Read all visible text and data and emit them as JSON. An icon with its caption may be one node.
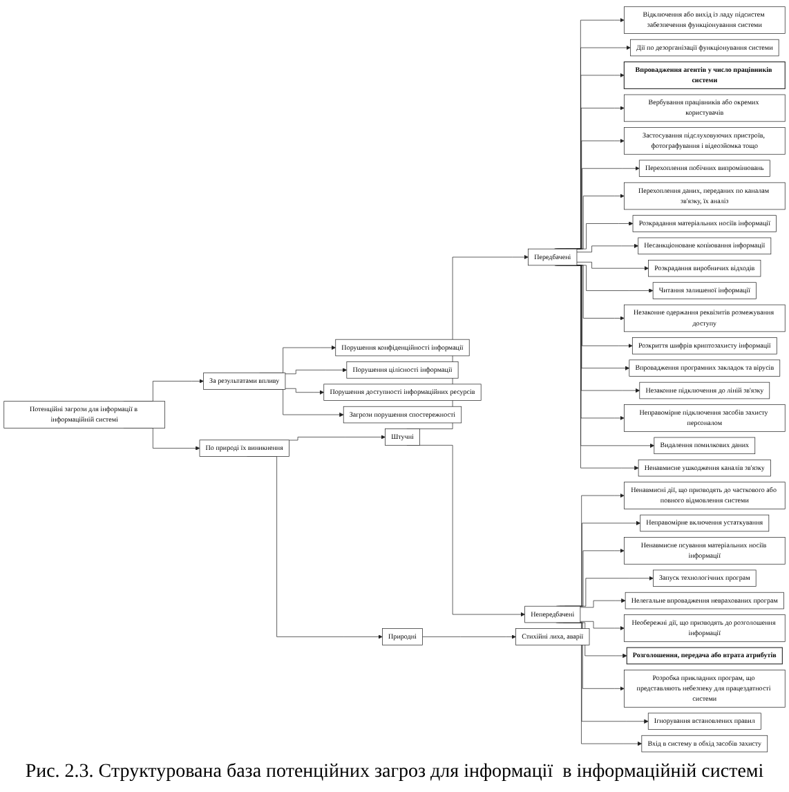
{
  "diagram": {
    "caption": "Рис. 2.3. Структурована база потенційних загроз для інформації  в інформаційній системі",
    "nodes": [
      {
        "text": [
          "Потенційні загрози для інформації в інформаційній системі"
        ]
      },
      {
        "text": [
          "За результатами впливу"
        ]
      },
      {
        "text": [
          "По природі їх виникнення"
        ]
      },
      {
        "text": [
          "Порушення конфіденційності інформації"
        ]
      },
      {
        "text": [
          "Порушення цілісності інформації"
        ]
      },
      {
        "text": [
          "Порушення доступності інформаційних ресурсів"
        ]
      },
      {
        "text": [
          "Загрози порушення спостережності"
        ]
      },
      {
        "text": [
          "Штучні"
        ]
      },
      {
        "text": [
          "Природні"
        ]
      },
      {
        "text": [
          "Передбачені"
        ]
      },
      {
        "text": [
          "Непередбачені"
        ]
      },
      {
        "text": [
          "Стихійні лиха, аварії"
        ]
      },
      {
        "text": [
          "Відключення або вихід із ладу підсистем забезпечення функціонування системи"
        ]
      },
      {
        "text": [
          "Дії по дезорганізації функціонування системи"
        ]
      },
      {
        "text": [
          "Впровадження агентів у число працівників системи"
        ]
      },
      {
        "text": [
          "Вербування працівників або окремих користувачів"
        ]
      },
      {
        "text": [
          "Застосування підслуховуючих пристроїв, фотографування і відеозйомка тощо"
        ]
      },
      {
        "text": [
          "Перехоплення побічних випромінювань"
        ]
      },
      {
        "text": [
          "Перехоплення даних, переданих по каналам зв'язку, їх аналіз"
        ]
      },
      {
        "text": [
          "Розкрадання матеріальних носіїв інформації"
        ]
      },
      {
        "text": [
          "Несанкціоноване копіювання інформації"
        ]
      },
      {
        "text": [
          "Розкрадання виробничих відходів"
        ]
      },
      {
        "text": [
          "Читання залишеної інформації"
        ]
      },
      {
        "text": [
          "Незаконне одержання реквізитів розмежування доступу"
        ]
      },
      {
        "text": [
          "Розкриття шифрів криптозахисту інформації"
        ]
      },
      {
        "text": [
          "Впровадження програмних закладок та вірусів"
        ]
      },
      {
        "text": [
          "Незаконне підключення до ліній зв'язку"
        ]
      },
      {
        "text": [
          "Неправомірне підключення засобів захисту персоналом"
        ]
      },
      {
        "text": [
          "Видалення помилкових даних"
        ]
      },
      {
        "text": [
          "Ненавмисне ушкодження каналів зв'язку"
        ]
      },
      {
        "text": [
          "Ненавмисні дії, що призводять до часткового або повного відмовлення системи"
        ]
      },
      {
        "text": [
          "Неправомірне включення устаткування"
        ]
      },
      {
        "text": [
          "Ненавмисне псування матеріальних носіїв інформації"
        ]
      },
      {
        "text": [
          "Запуск технологічних програм"
        ]
      },
      {
        "text": [
          "Нелегальне впровадження неврахованих програм"
        ]
      },
      {
        "text": [
          "Необережні дії, що призводять до розголошення інформації"
        ]
      },
      {
        "text": [
          "Розголошення, передача або втрата атрибутів"
        ]
      },
      {
        "text": [
          "Розробка прикладних програм, що представляють небезпеку для працездатності системи"
        ]
      },
      {
        "text": [
          "Ігнорування встановлених правил"
        ]
      },
      {
        "text": [
          "Вхід в систему в обхід засобів захисту"
        ]
      }
    ],
    "edges": [
      {
        "from": 0,
        "to": 1,
        "arrow": "to"
      },
      {
        "from": 0,
        "to": 2,
        "arrow": "to"
      },
      {
        "from": 1,
        "to": 3,
        "arrow": "to"
      },
      {
        "from": 1,
        "to": 4,
        "arrow": "to"
      },
      {
        "from": 1,
        "to": 5,
        "arrow": "to"
      },
      {
        "from": 1,
        "to": 6,
        "arrow": "to"
      },
      {
        "from": 2,
        "to": 7,
        "arrow": "to"
      },
      {
        "from": 2,
        "to": 8,
        "arrow": "to"
      },
      {
        "from": 7,
        "to": 9,
        "arrow": "to"
      },
      {
        "from": 7,
        "to": 10,
        "arrow": "to"
      },
      {
        "from": 8,
        "to": 11,
        "arrow": "to"
      },
      {
        "from": 9,
        "to": 12,
        "arrow": "to"
      },
      {
        "from": 9,
        "to": 13,
        "arrow": "to"
      },
      {
        "from": 9,
        "to": 14,
        "arrow": "to"
      },
      {
        "from": 9,
        "to": 15,
        "arrow": "to"
      },
      {
        "from": 9,
        "to": 16,
        "arrow": "to"
      },
      {
        "from": 9,
        "to": 17,
        "arrow": "to"
      },
      {
        "from": 9,
        "to": 18,
        "arrow": "to"
      },
      {
        "from": 9,
        "to": 19,
        "arrow": "to"
      },
      {
        "from": 9,
        "to": 20,
        "arrow": "to"
      },
      {
        "from": 9,
        "to": 21,
        "arrow": "to"
      },
      {
        "from": 9,
        "to": 22,
        "arrow": "to"
      },
      {
        "from": 9,
        "to": 23,
        "arrow": "to"
      },
      {
        "from": 9,
        "to": 24,
        "arrow": "to"
      },
      {
        "from": 9,
        "to": 25,
        "arrow": "to"
      },
      {
        "from": 9,
        "to": 26,
        "arrow": "to"
      },
      {
        "from": 9,
        "to": 27,
        "arrow": "to"
      },
      {
        "from": 9,
        "to": 28,
        "arrow": "to"
      },
      {
        "from": 9,
        "to": 29,
        "arrow": "to"
      },
      {
        "from": 10,
        "to": 30,
        "arrow": "to"
      },
      {
        "from": 10,
        "to": 31,
        "arrow": "to"
      },
      {
        "from": 10,
        "to": 32,
        "arrow": "to"
      },
      {
        "from": 10,
        "to": 33,
        "arrow": "to"
      },
      {
        "from": 10,
        "to": 34,
        "arrow": "to"
      },
      {
        "from": 10,
        "to": 35,
        "arrow": "to"
      },
      {
        "from": 10,
        "to": 36,
        "arrow": "to"
      },
      {
        "from": 10,
        "to": 37,
        "arrow": "to"
      },
      {
        "from": 10,
        "to": 38,
        "arrow": "to"
      },
      {
        "from": 10,
        "to": 39,
        "arrow": "to"
      }
    ]
  }
}
